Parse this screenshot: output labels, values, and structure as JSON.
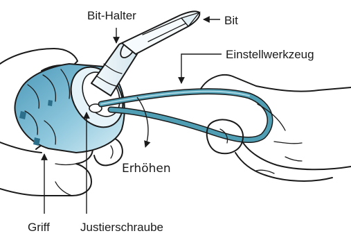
{
  "labels": {
    "bit_holder": "Bit-Halter",
    "bit": "Bit",
    "adjust_tool": "Einstellwerkzeug",
    "increase": "Erhöhen",
    "grip": "Griff",
    "adjust_screw": "Justierschraube"
  },
  "colors": {
    "tool_blue": "#4f9eb3",
    "tool_blue_light": "#a9d6e3",
    "handle_blue": "#5aa6c3",
    "handle_light": "#c8e5f0",
    "ink": "#1a1a1a"
  }
}
